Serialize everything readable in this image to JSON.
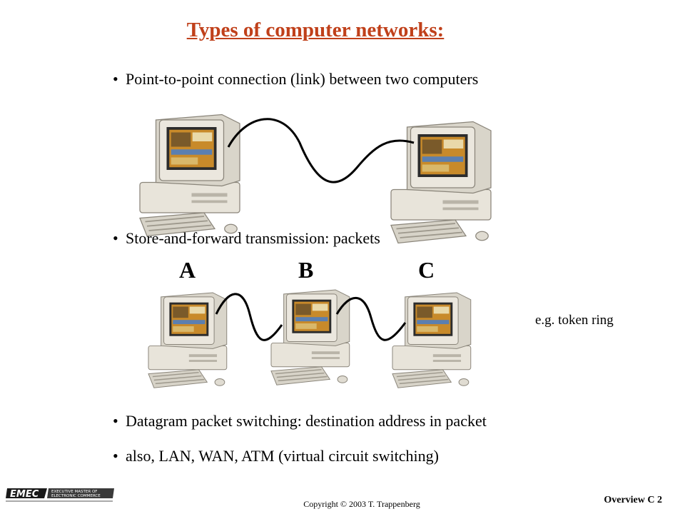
{
  "slide": {
    "title": "Types of computer networks:",
    "bullets": [
      "Point-to-point connection (link) between two computers",
      "Store-and-forward transmission: packets",
      "Datagram packet switching: destination address in packet",
      "also, LAN, WAN, ATM (virtual circuit switching)"
    ],
    "bullet_marker": "•",
    "node_labels": [
      "A",
      "B",
      "C"
    ],
    "ring_note": "e.g. token ring",
    "copyright": "Copyright © 2003 T. Trappenberg",
    "slide_id": "Overview  C 2",
    "logo": {
      "wordmark": "EMEC",
      "tagline_line1": "EXECUTIVE MASTER OF",
      "tagline_line2": "ELECTRONIC COMMERCE"
    },
    "colors": {
      "title": "#c0401a",
      "cable": "#000000",
      "computer_body": "#e6e2d8",
      "screen_frame": "#2c2c2c",
      "screen_content": "#c88a2a"
    },
    "icons": [
      "computer-icon",
      "network-cable"
    ]
  }
}
